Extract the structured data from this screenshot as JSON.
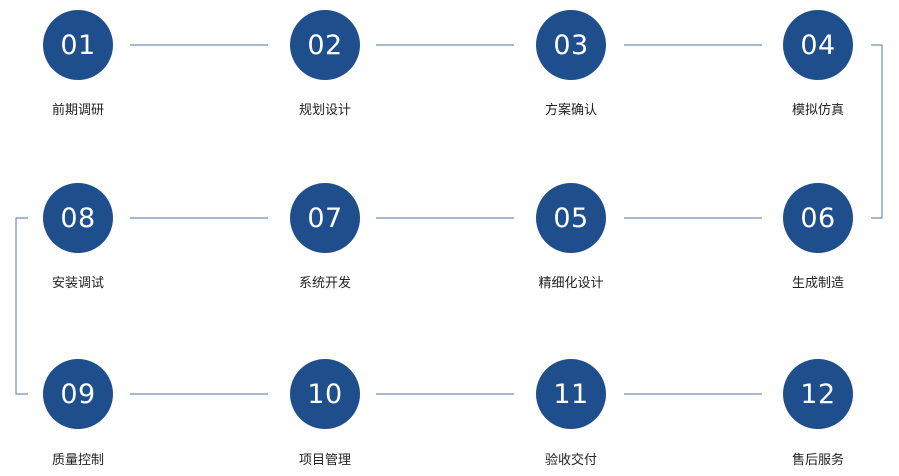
{
  "colors": {
    "circle_fill": "#1f4e8c",
    "circle_text": "#ffffff",
    "connector": "#6f8fb5",
    "label_text": "#222222"
  },
  "steps": [
    {
      "number": "01",
      "label": "前期调研"
    },
    {
      "number": "02",
      "label": "规划设计"
    },
    {
      "number": "03",
      "label": "方案确认"
    },
    {
      "number": "04",
      "label": "模拟仿真"
    },
    {
      "number": "06",
      "label": "生成制造"
    },
    {
      "number": "05",
      "label": "精细化设计"
    },
    {
      "number": "07",
      "label": "系统开发"
    },
    {
      "number": "08",
      "label": "安装调试"
    },
    {
      "number": "09",
      "label": "质量控制"
    },
    {
      "number": "10",
      "label": "项目管理"
    },
    {
      "number": "11",
      "label": "验收交付"
    },
    {
      "number": "12",
      "label": "售后服务"
    }
  ]
}
